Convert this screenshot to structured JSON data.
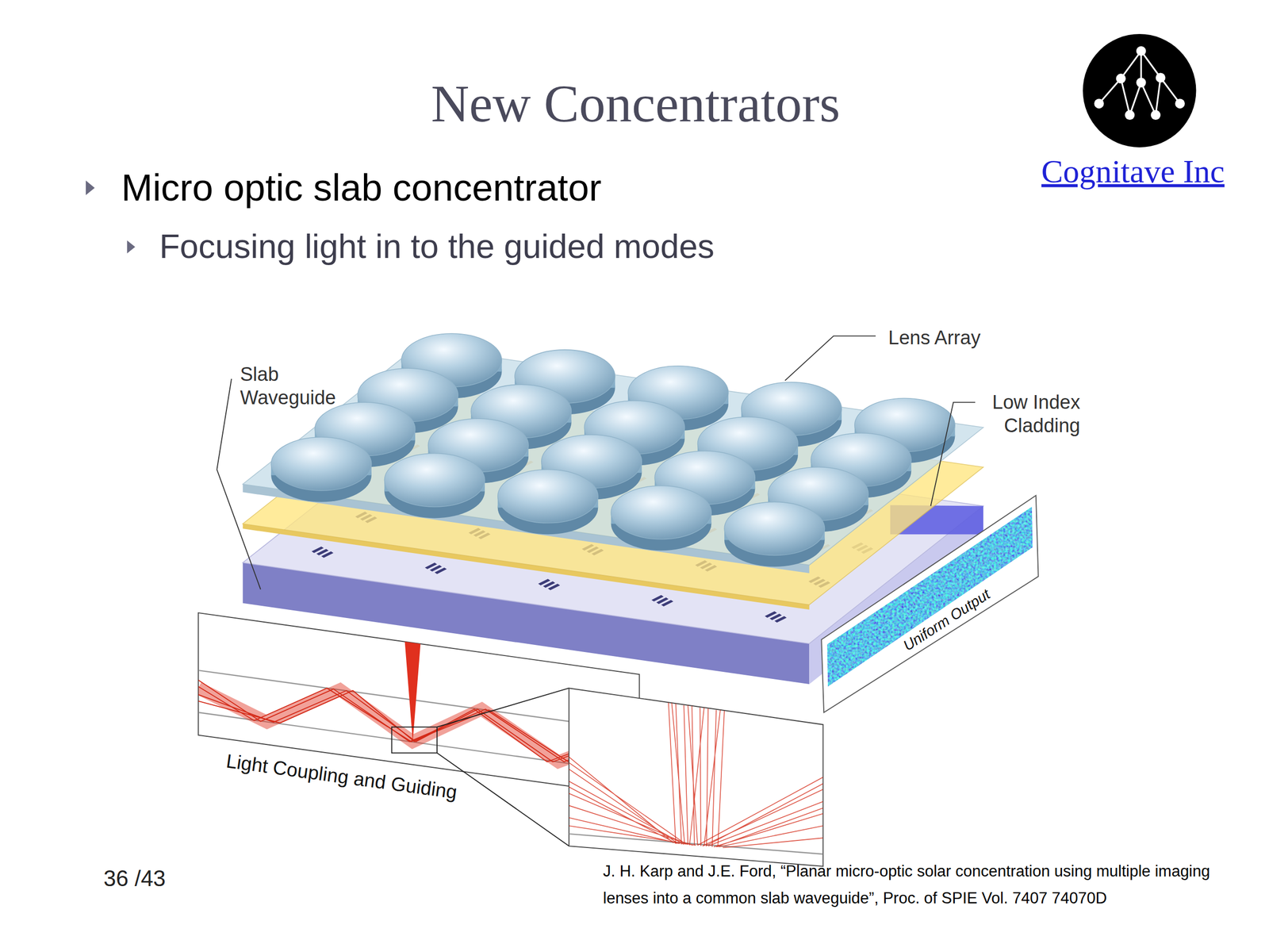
{
  "diagram": {
    "title": "New Concentrators",
    "labels": [
      "Micro optic slab concentrator",
      "Focusing light in to the guided modes",
      "Cognitave Inc",
      "Lens Array",
      "Slab Waveguide",
      "Low Index Cladding",
      "Light Coupling and Guiding",
      "Uniform Output",
      "36 /43",
      "J. H. Karp and J.E. Ford,  “Planar micro-optic solar concentration using multiple imaging lenses into a common slab waveguide”, Proc. of SPIE Vol. 7407 74070D"
    ]
  }
}
